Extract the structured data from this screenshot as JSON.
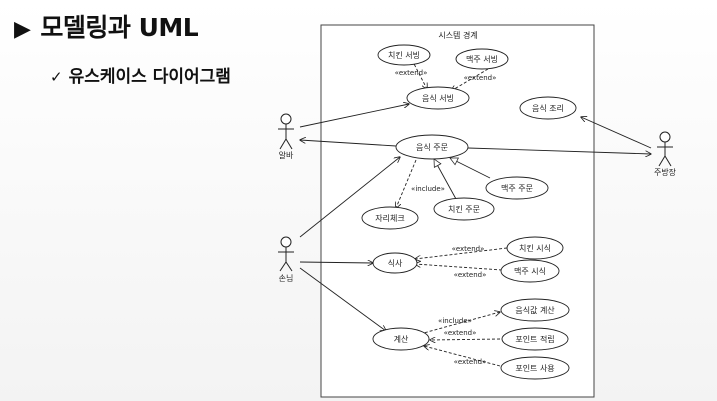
{
  "slide": {
    "title": "모델링과 UML",
    "subtitle": "유스케이스 다이어그램"
  },
  "diagram": {
    "system_boundary_label": "시스템 경계",
    "actors": {
      "alba": "알바",
      "kitchen": "주방장",
      "customer": "손님"
    },
    "use_cases": {
      "chicken_serve": "치킨 서빙",
      "beer_serve": "맥주 서빙",
      "food_serve": "음식 서빙",
      "cooking": "음식 조리",
      "food_order": "음식 주문",
      "beer_order": "맥주 주문",
      "chicken_order": "치킨 주문",
      "seat_check": "자리체크",
      "meal": "식사",
      "chicken_eat": "치킨 시식",
      "beer_drink": "맥주 시식",
      "pay": "계산",
      "food_price": "음식값 계산",
      "point_earn": "포인트 적립",
      "point_use": "포인트 사용"
    },
    "stereotypes": {
      "extend": "«extend»",
      "include": "«include»"
    }
  }
}
